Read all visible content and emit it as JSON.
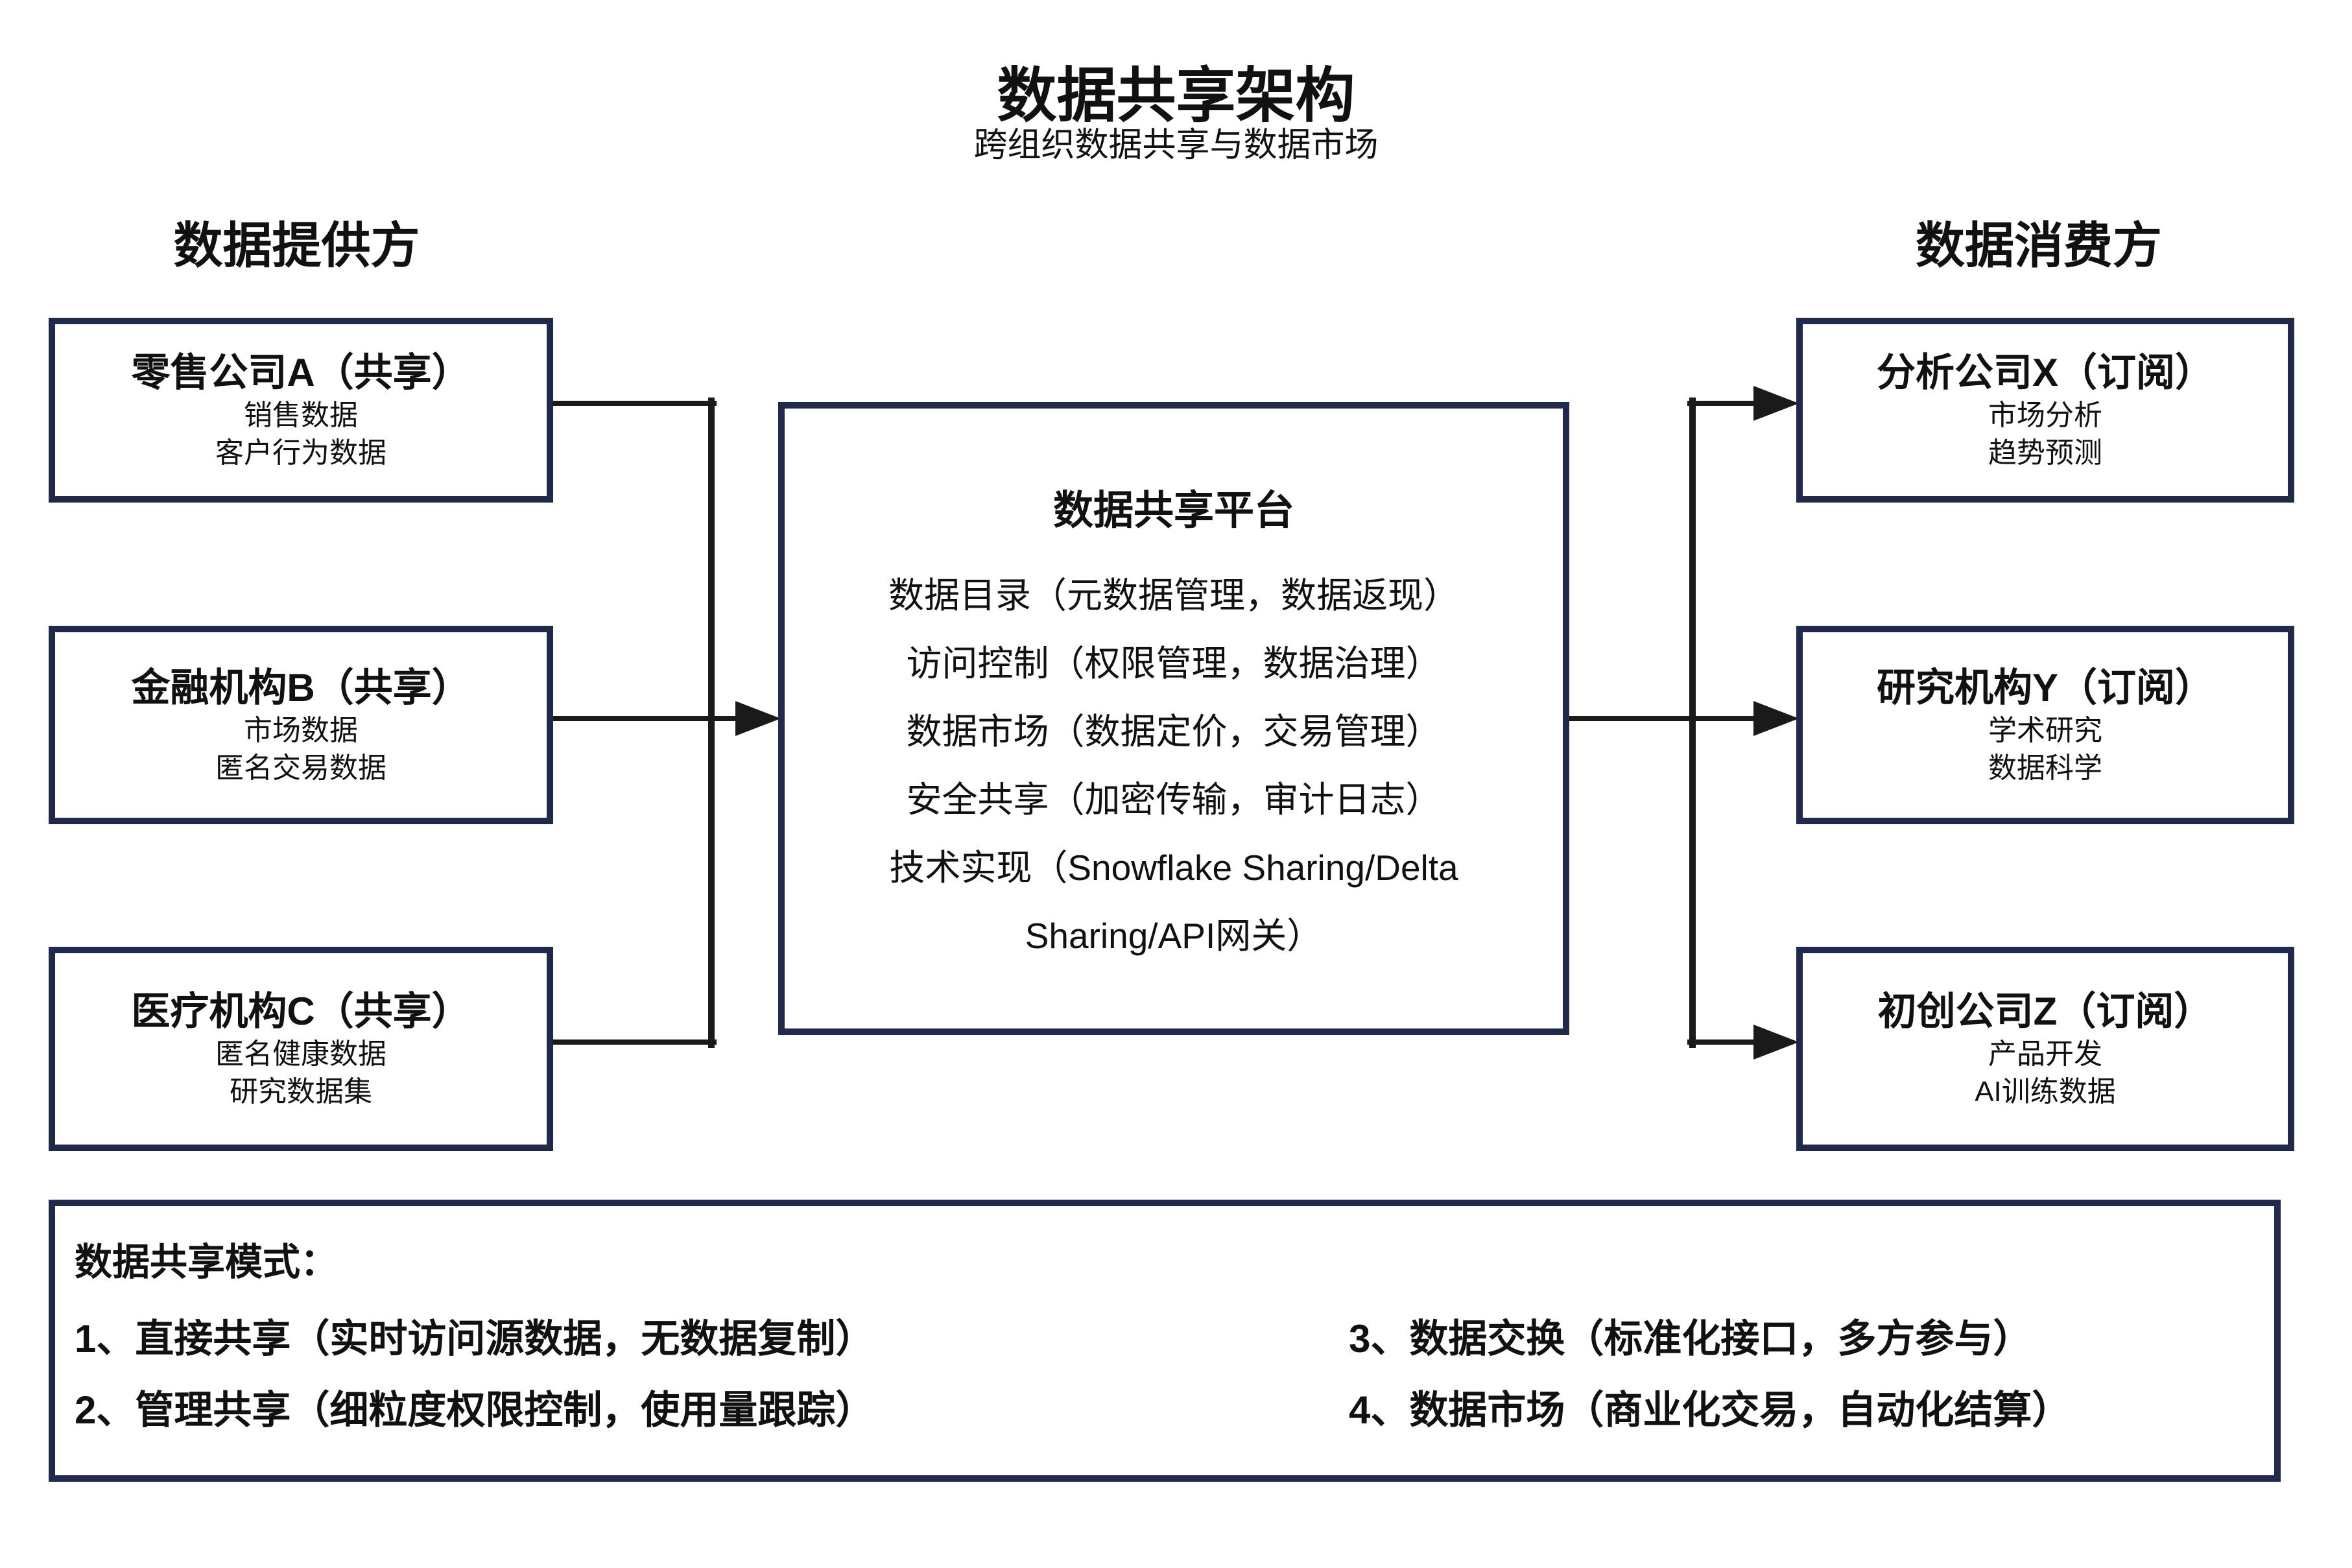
{
  "title": "数据共享架构",
  "subtitle": "跨组织数据共享与数据市场",
  "colors": {
    "box_border_navy": "#1f2a4c",
    "connector_black": "#1a1a1a",
    "text": "#111111",
    "background": "#ffffff"
  },
  "providers": {
    "header": "数据提供方",
    "items": [
      {
        "title": "零售公司A（共享）",
        "lines": [
          "销售数据",
          "客户行为数据"
        ]
      },
      {
        "title": "金融机构B（共享）",
        "lines": [
          "市场数据",
          "匿名交易数据"
        ]
      },
      {
        "title": "医疗机构C（共享）",
        "lines": [
          "匿名健康数据",
          "研究数据集"
        ]
      }
    ]
  },
  "platform": {
    "title": "数据共享平台",
    "lines": [
      "数据目录（元数据管理，数据返现）",
      "访问控制（权限管理，数据治理）",
      "数据市场（数据定价，交易管理）",
      "安全共享（加密传输，审计日志）",
      "技术实现（Snowflake Sharing/Delta Sharing/API网关）"
    ]
  },
  "consumers": {
    "header": "数据消费方",
    "items": [
      {
        "title": "分析公司X（订阅）",
        "lines": [
          "市场分析",
          "趋势预测"
        ]
      },
      {
        "title": "研究机构Y（订阅）",
        "lines": [
          "学术研究",
          "数据科学"
        ]
      },
      {
        "title": "初创公司Z（订阅）",
        "lines": [
          "产品开发",
          "AI训练数据"
        ]
      }
    ]
  },
  "modes": {
    "header": "数据共享模式：",
    "left": [
      "1、直接共享（实时访问源数据，无数据复制）",
      "2、管理共享（细粒度权限控制，使用量跟踪）"
    ],
    "right": [
      "3、数据交换（标准化接口，多方参与）",
      "4、数据市场（商业化交易，自动化结算）"
    ]
  }
}
